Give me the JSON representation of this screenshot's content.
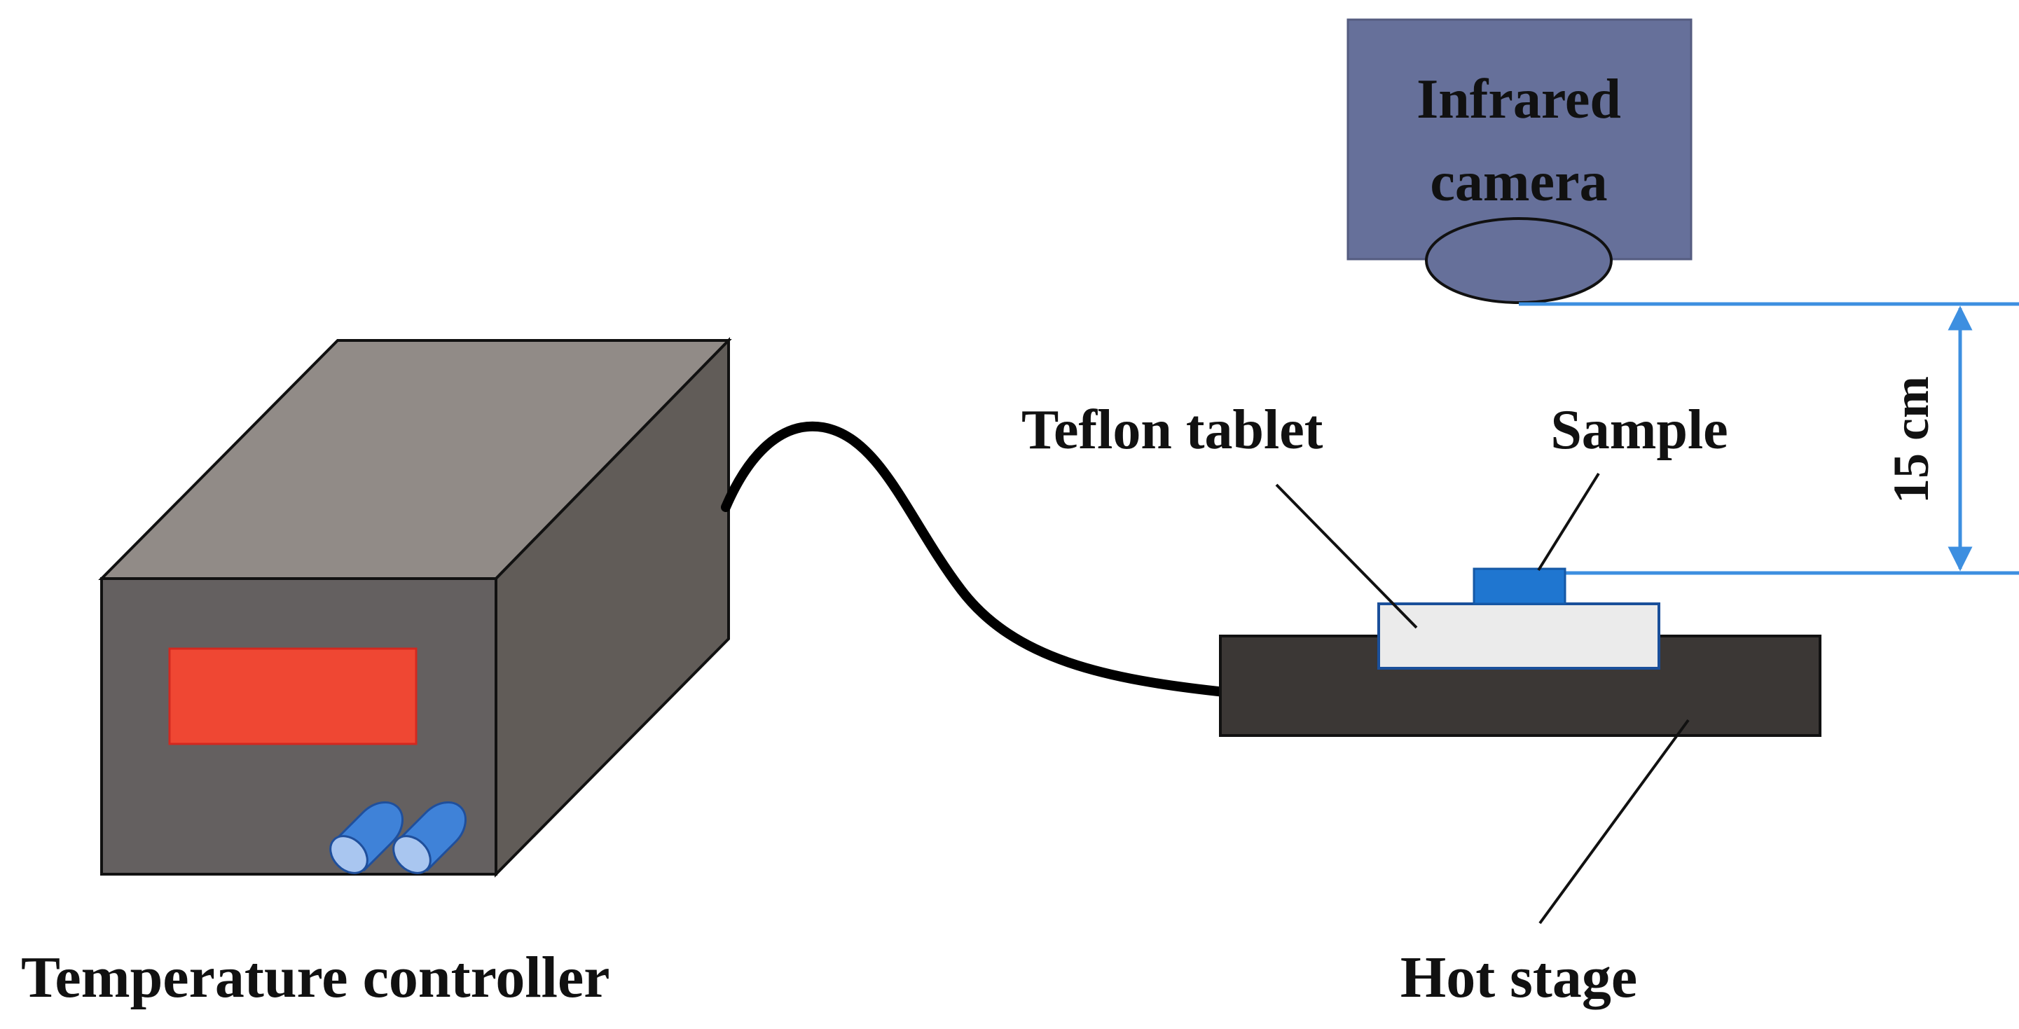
{
  "labels": {
    "infrared_line1": "Infrared",
    "infrared_line2": "camera",
    "distance": "15 cm",
    "teflon_tablet": "Teflon tablet",
    "sample": "Sample",
    "temperature_controller": "Temperature controller",
    "hot_stage": "Hot stage"
  },
  "colors": {
    "camera_body": "#66709a",
    "controller_front": "#646060",
    "controller_top": "#918b87",
    "controller_side": "#615c58",
    "display": "#ef4733",
    "knob": "#3f82d8",
    "hot_stage": "#3b3735",
    "teflon": "#ebebeb",
    "sample": "#1f76d0",
    "dimension_line": "#3d8fe0",
    "cable": "#000000"
  }
}
